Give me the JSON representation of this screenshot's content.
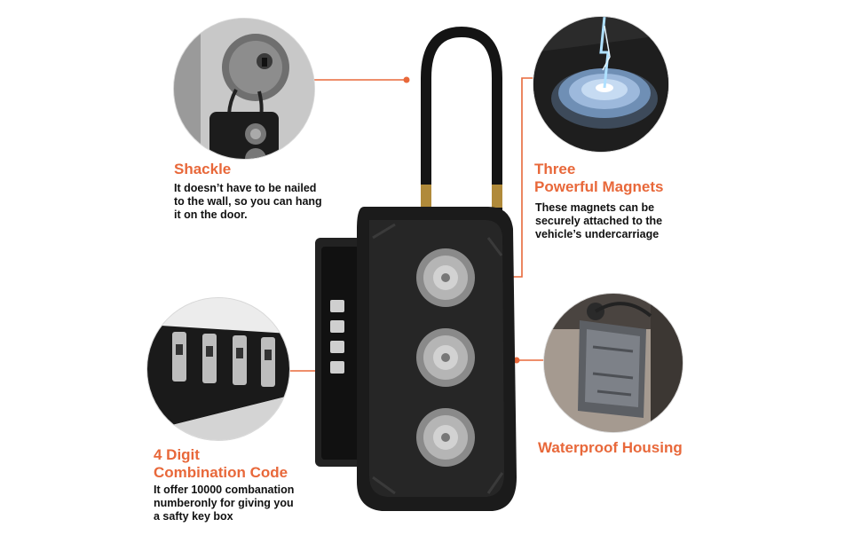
{
  "features": {
    "shackle": {
      "title": "Shackle",
      "desc": [
        "It doesn’t have to be nailed",
        "to the wall, so you can hang",
        "it on the door."
      ]
    },
    "magnets": {
      "title": [
        "Three",
        "Powerful Magnets"
      ],
      "desc": [
        "These magnets can be",
        "securely attached to the",
        "vehicle’s undercarriage"
      ]
    },
    "code": {
      "title": [
        "4 Digit",
        "Combination Code"
      ],
      "desc": [
        "It offer 10000 combanation",
        "numberonly for giving you",
        "a safty key box"
      ]
    },
    "housing": {
      "title": "Waterproof Housing"
    }
  },
  "colors": {
    "accent": "#e8683a",
    "text": "#111111",
    "leader": "#e8683a"
  },
  "icons": [
    "door-knob-photo",
    "magnet-photo",
    "dial-closeup-photo",
    "housing-photo",
    "lockbox-product"
  ]
}
